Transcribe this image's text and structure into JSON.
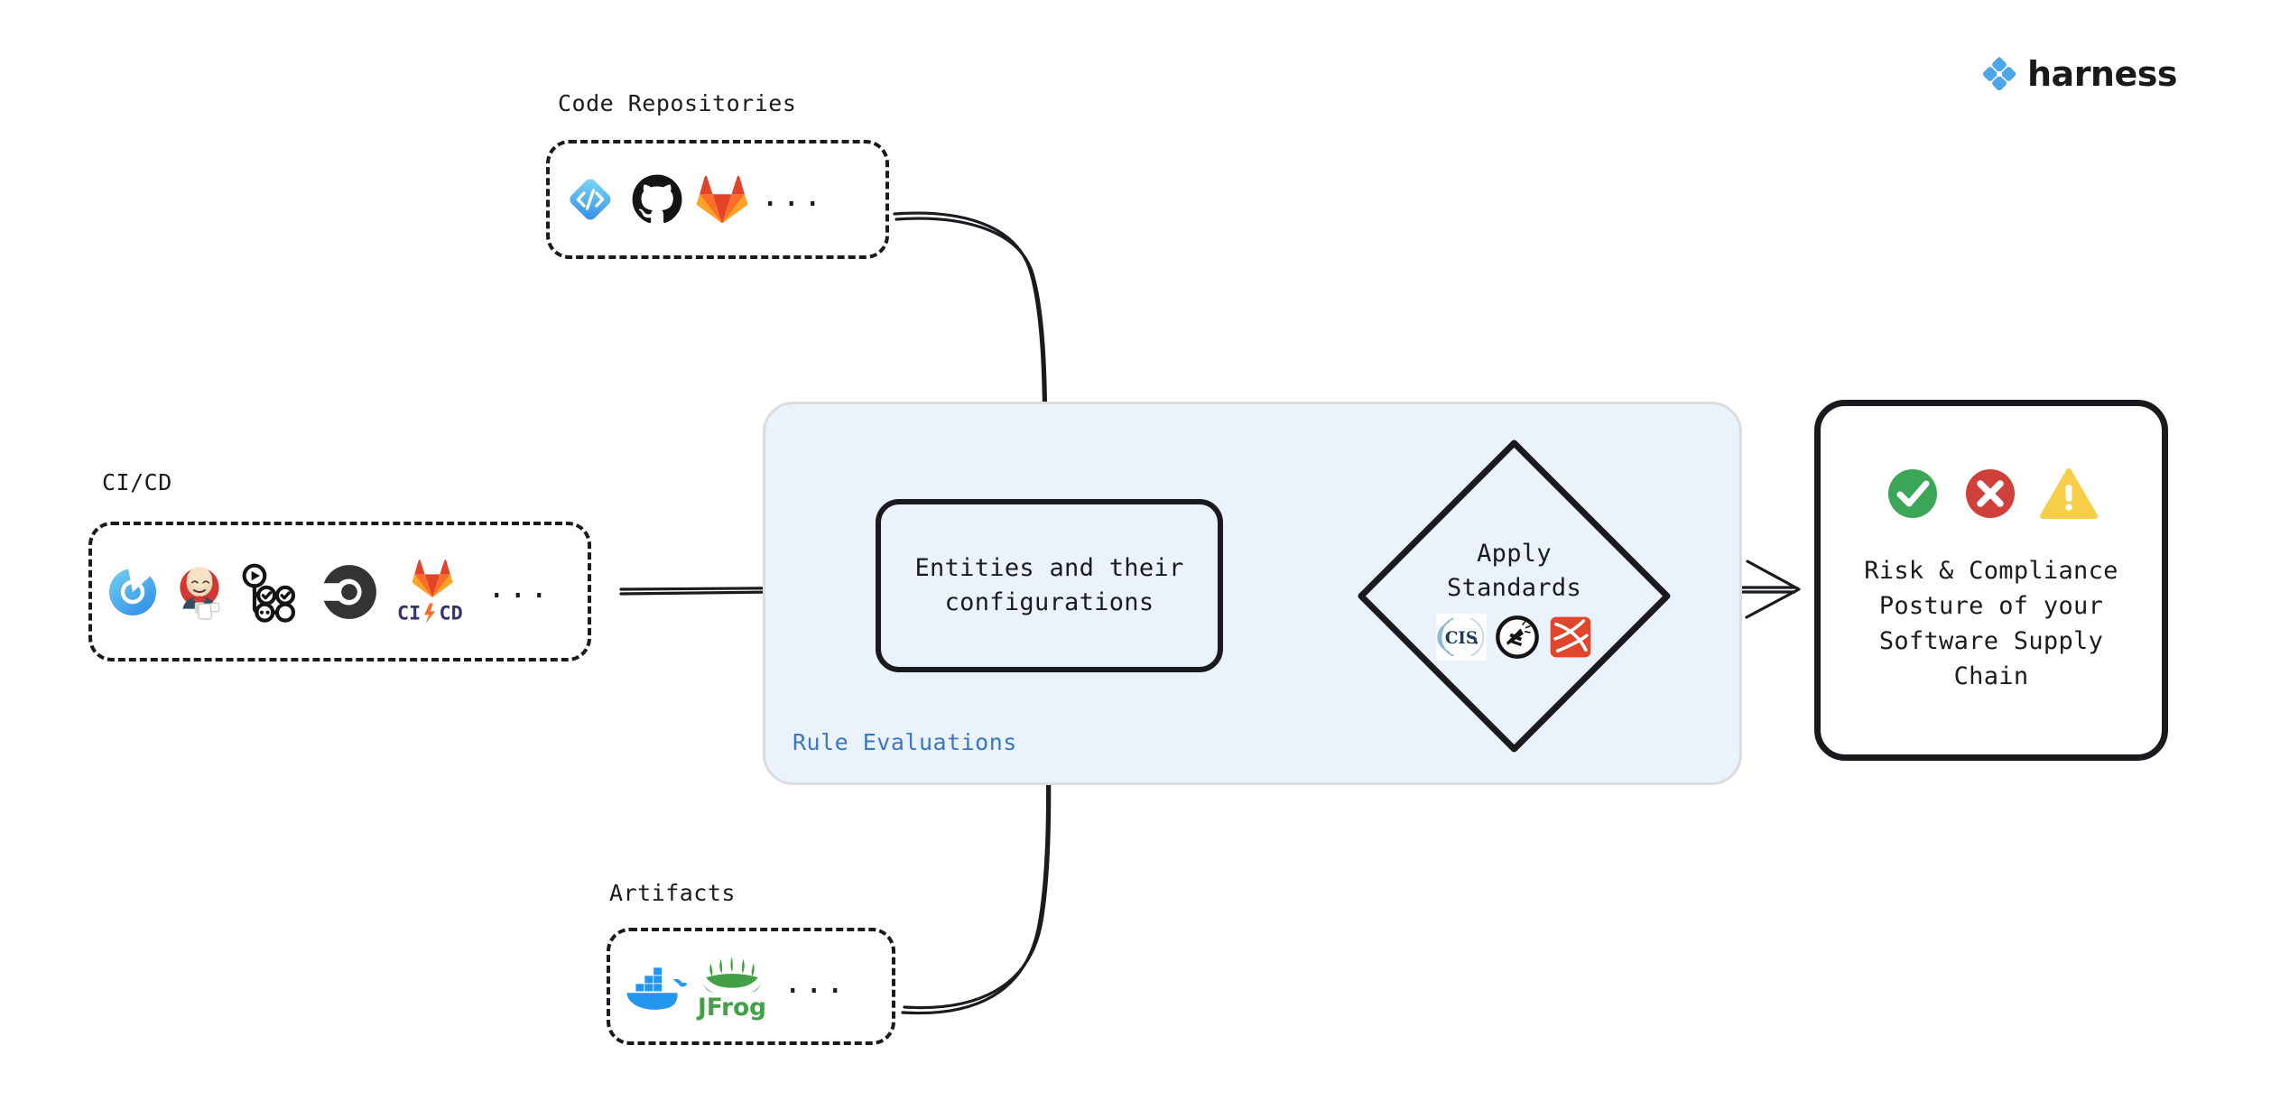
{
  "brand": {
    "name": "harness",
    "logo_icon": "harness-diamond-icon",
    "accent": "#4da6e8"
  },
  "groups": [
    {
      "id": "code-repositories",
      "label": "Code Repositories",
      "ellipsis": "...",
      "icons": [
        {
          "name": "harness-code-icon",
          "title": "Harness Code"
        },
        {
          "name": "github-icon",
          "title": "GitHub"
        },
        {
          "name": "gitlab-icon",
          "title": "GitLab"
        }
      ]
    },
    {
      "id": "ci-cd",
      "label": "CI/CD",
      "ellipsis": "...",
      "icons": [
        {
          "name": "harness-ci-icon",
          "title": "Harness CI"
        },
        {
          "name": "jenkins-icon",
          "title": "Jenkins"
        },
        {
          "name": "github-actions-icon",
          "title": "GitHub Actions"
        },
        {
          "name": "circleci-icon",
          "title": "CircleCI"
        },
        {
          "name": "gitlab-cicd-icon",
          "title": "GitLab CI/CD",
          "caption": "CI/CD"
        }
      ]
    },
    {
      "id": "artifacts",
      "label": "Artifacts",
      "ellipsis": "...",
      "icons": [
        {
          "name": "docker-icon",
          "title": "Docker"
        },
        {
          "name": "jfrog-icon",
          "title": "JFrog"
        }
      ]
    }
  ],
  "panel": {
    "label": "Rule Evaluations",
    "label_color": "#3b76c4",
    "background": "#eaf2fc",
    "border": "#dcdcdc"
  },
  "entities": {
    "label": "Entities and their\nconfigurations"
  },
  "standards": {
    "label": "Apply\nStandards",
    "icons": [
      {
        "name": "cis-icon",
        "title": "CIS",
        "text": "CIS."
      },
      {
        "name": "openssf-icon",
        "title": "OpenSSF"
      },
      {
        "name": "owasp-icon",
        "title": "OWASP"
      }
    ]
  },
  "outcome": {
    "text": "Risk & Compliance\nPosture of your\nSoftware Supply\nChain",
    "status_icons": [
      {
        "name": "check-circle-icon",
        "title": "Pass",
        "color": "#3ba558"
      },
      {
        "name": "error-circle-icon",
        "title": "Fail",
        "color": "#d0403a"
      },
      {
        "name": "warning-triangle-icon",
        "title": "Warning",
        "color": "#f6ce48"
      }
    ]
  },
  "edges": [
    {
      "name": "edge-code-repositories-to-entities",
      "from": "code-repositories",
      "to": "entities"
    },
    {
      "name": "edge-ci-cd-to-entities",
      "from": "ci-cd",
      "to": "entities"
    },
    {
      "name": "edge-artifacts-to-entities",
      "from": "artifacts",
      "to": "entities"
    },
    {
      "name": "edge-entities-to-standards",
      "from": "entities",
      "to": "standards"
    },
    {
      "name": "edge-standards-to-outcome",
      "from": "standards",
      "to": "outcome"
    }
  ]
}
